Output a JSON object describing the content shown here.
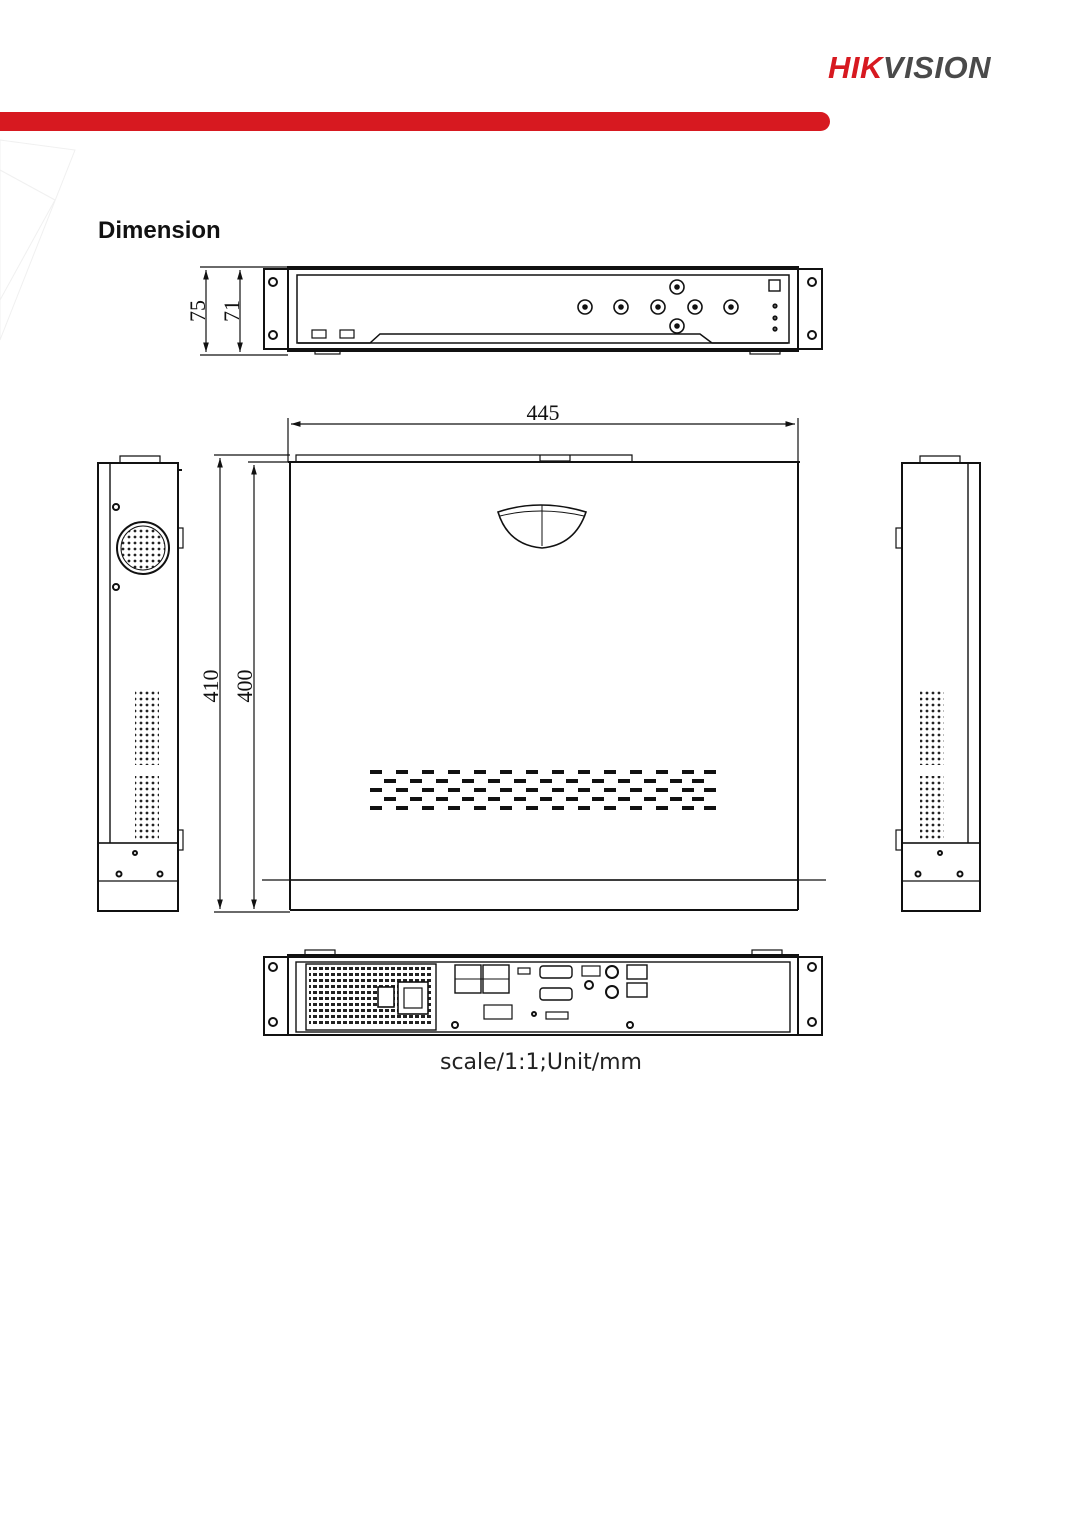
{
  "brand": {
    "name_red": "HIK",
    "name_grey": "VISION",
    "color_red": "#d71920",
    "color_grey": "#4a4a4a"
  },
  "section_title": "Dimension",
  "dimensions": {
    "front_outer_height": "75",
    "front_inner_height": "71",
    "width": "445",
    "depth_outer": "410",
    "depth_inner": "400"
  },
  "caption": "scale/1:1;Unit/mm"
}
